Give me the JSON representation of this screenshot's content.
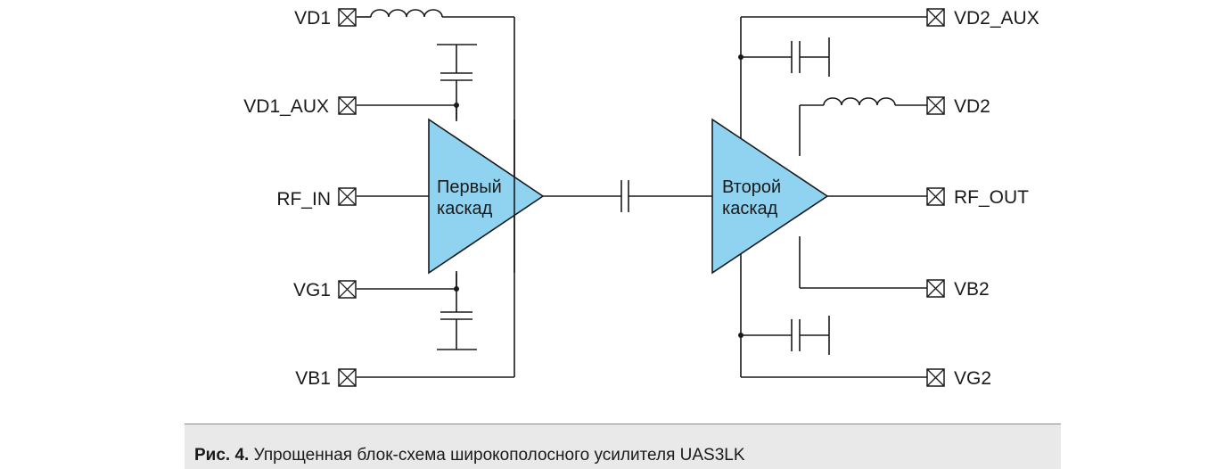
{
  "diagram": {
    "stage1": {
      "line1": "Первый",
      "line2": "каскад"
    },
    "stage2": {
      "line1": "Второй",
      "line2": "каскад"
    },
    "pins_left": {
      "vd1": "VD1",
      "vd1_aux": "VD1_AUX",
      "rf_in": "RF_IN",
      "vg1": "VG1",
      "vb1": "VB1"
    },
    "pins_right": {
      "vd2_aux": "VD2_AUX",
      "vd2": "VD2",
      "rf_out": "RF_OUT",
      "vb2": "VB2",
      "vg2": "VG2"
    },
    "colors": {
      "amplifier_fill": "#8fd3f0",
      "line": "#1a1a1a",
      "caption_band": "#e9e9ea"
    }
  },
  "caption": {
    "lead": "Рис. 4.",
    "text": " Упрощенная блок-схема широкополосного усилителя UAS3LK"
  }
}
